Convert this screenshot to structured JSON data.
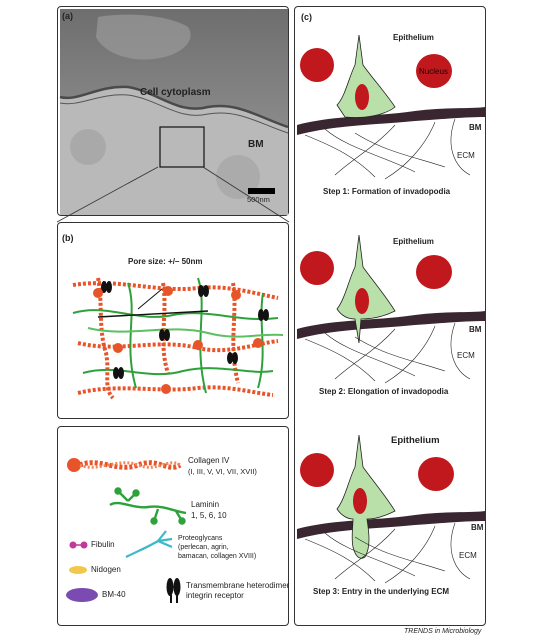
{
  "panel_a": {
    "label": "(a)",
    "cell_cytoplasm": "Cell cytoplasm",
    "bm": "BM",
    "scale": "500nm"
  },
  "panel_b": {
    "label": "(b)",
    "pore_size": "Pore size: +/– 50nm"
  },
  "legend": {
    "collagen_title": "Collagen IV",
    "collagen_types": "(I, III, V, VI, VII, XVII)",
    "laminin_title": "Laminin",
    "laminin_types": "1, 5, 6, 10",
    "fibulin": "Fibulin",
    "nidogen": "Nidogen",
    "bm40": "BM-40",
    "proteoglycans": "Proteoglycans",
    "proteoglycans_detail_1": "(perlecan, agrin,",
    "proteoglycans_detail_2": "bamacan, collagen XVIII)",
    "integrin_1": "Transmembrane heterodimer",
    "integrin_2": "integrin receptor"
  },
  "panel_c": {
    "label": "(c)",
    "epithelium": "Epithelium",
    "nucleus": "Nucleus",
    "bm": "BM",
    "ecm": "ECM",
    "step1": "Step 1: Formation of invadopodia",
    "step2": "Step 2: Elongation of invadopodia",
    "step3": "Step 3: Entry in the underlying ECM"
  },
  "footer": "TRENDS in Microbiology",
  "colors": {
    "collagen": "#e8542a",
    "laminin": "#2ea23a",
    "fibulin": "#c03a9a",
    "nidogen": "#f2c84a",
    "bm40": "#7a4bb0",
    "proteoglycan": "#3cb8c8",
    "cell": "#b8e0a8",
    "nucleus": "#c0181c",
    "bm_band": "#3a2630"
  }
}
